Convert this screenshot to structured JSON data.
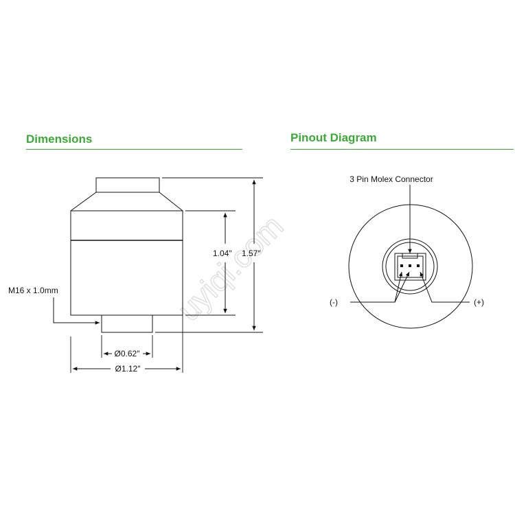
{
  "sections": {
    "dimensions": {
      "title": "Dimensions"
    },
    "pinout": {
      "title": "Pinout Diagram"
    }
  },
  "dimensions": {
    "thread_label": "M16 x 1.0mm",
    "height_body": "1.04″",
    "height_total": "1.57″",
    "diameter_small": "Ø0.62″",
    "diameter_large": "Ø1.12″"
  },
  "pinout": {
    "connector_label": "3 Pin Molex Connector",
    "negative_label": "(-)",
    "positive_label": "(+)"
  },
  "watermark": {
    "text": "uyiqi.com"
  },
  "colors": {
    "accent": "#3aaa35",
    "line": "#111111",
    "watermark": "#d9d9d9"
  }
}
